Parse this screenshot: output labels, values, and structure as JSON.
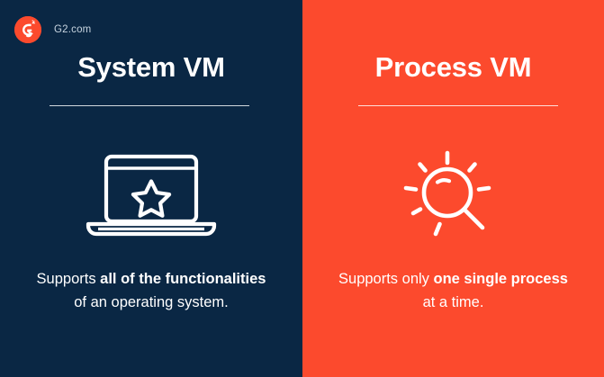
{
  "brand": {
    "logo_icon": "g2-logo-icon",
    "logo_text": "G2",
    "logo_superscript": "2",
    "name": "G2.com",
    "logo_bg_color": "#fc4a2d",
    "name_color": "#c7d4e0"
  },
  "colors": {
    "left_panel_bg": "#0a2744",
    "right_panel_bg": "#fc4a2d",
    "text": "#ffffff",
    "rule": "#ffffff"
  },
  "panels": [
    {
      "id": "system-vm",
      "title": "System VM",
      "icon": "laptop-with-star-icon",
      "caption": {
        "line1_prefix": "Supports ",
        "line1_strong": "all of the functionalities",
        "line2": "of an operating system."
      }
    },
    {
      "id": "process-vm",
      "title": "Process VM",
      "icon": "sun-magnifier-icon",
      "caption": {
        "line1_prefix": "Supports only ",
        "line1_strong": "one single process",
        "line2": "at a time."
      }
    }
  ]
}
